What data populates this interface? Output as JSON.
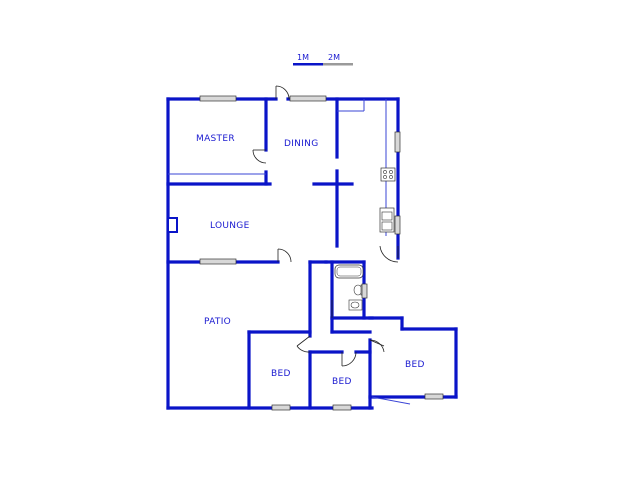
{
  "scale_bar": {
    "label_1": "1M",
    "label_2": "2M"
  },
  "rooms": {
    "master": "MASTER",
    "dining": "DINING",
    "lounge": "LOUNGE",
    "patio": "PATIO",
    "bed_1": "BED",
    "bed_2": "BED",
    "bed_3": "BED"
  }
}
